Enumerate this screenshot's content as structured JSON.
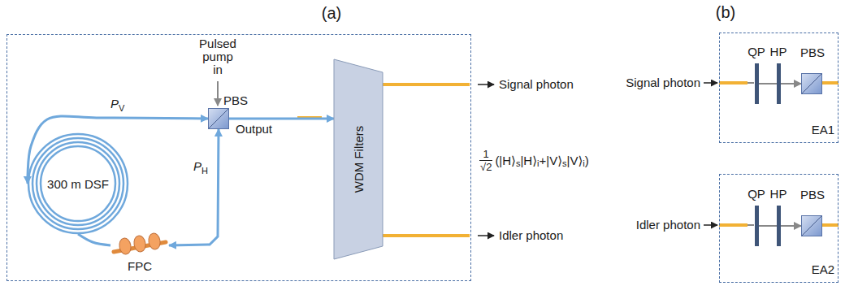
{
  "diagram": {
    "nodes": [
      {
        "text": [
          "(a)"
        ]
      },
      {
        "text": [
          "PBS"
        ],
        "in": 0
      },
      {
        "text": [
          "300 m DSF"
        ],
        "in": 0
      },
      {
        "text": [
          "FPC"
        ],
        "in": 0
      },
      {
        "text": [
          "WDM Filters"
        ],
        "in": 0
      },
      {
        "text": [
          "EA1"
        ]
      },
      {
        "text": [
          "QP"
        ],
        "in": 5
      },
      {
        "text": [
          "HP"
        ],
        "in": 5
      },
      {
        "text": [
          "PBS"
        ],
        "in": 5
      },
      {
        "text": [
          "EA2"
        ]
      },
      {
        "text": [
          "QP"
        ],
        "in": 9
      },
      {
        "text": [
          "HP"
        ],
        "in": 9
      },
      {
        "text": [
          "PBS"
        ],
        "in": 9
      }
    ],
    "edges": [
      {
        "from": 1,
        "to": 2,
        "arrow": "both"
      },
      {
        "from": 2,
        "to": 3,
        "arrow": "none"
      },
      {
        "from": 3,
        "to": 1,
        "arrow": "both"
      },
      {
        "from": 1,
        "to": 4,
        "arrow": "to",
        "label": "Output"
      },
      {
        "from": 6,
        "to": 7,
        "arrow": "none"
      },
      {
        "from": 7,
        "to": 8,
        "arrow": "to"
      },
      {
        "from": 10,
        "to": 11,
        "arrow": "none"
      },
      {
        "from": 11,
        "to": 12,
        "arrow": "to"
      }
    ],
    "labels": [
      "(b)",
      "Pulsed pump in",
      "P",
      "V",
      "P",
      "H",
      "Signal photon",
      "Idler photon",
      "1",
      "√2",
      "(|H⟩",
      "s",
      "|H⟩",
      "i",
      "+|V⟩",
      "s",
      "|V⟩",
      "i",
      ")",
      "Signal photon",
      "Idler photon"
    ]
  }
}
